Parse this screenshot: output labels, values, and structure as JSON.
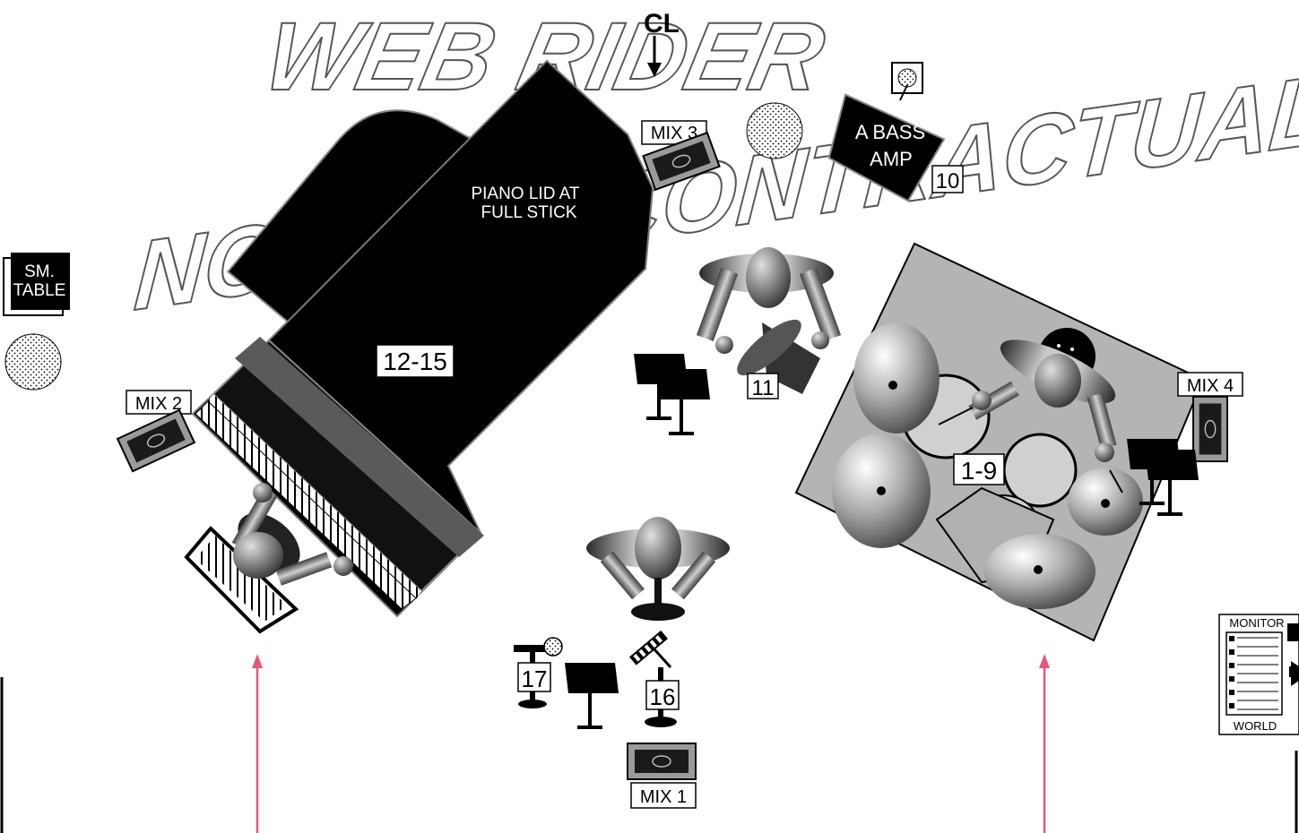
{
  "watermark": {
    "line1": "WEB RIDER",
    "line2": "NOT FOR CONTRACTUAL USE"
  },
  "centerline": {
    "label": "CL"
  },
  "piano": {
    "lid_note_line1": "PIANO LID AT",
    "lid_note_line2": "FULL STICK",
    "channels": "12-15"
  },
  "drums": {
    "channels": "1-9"
  },
  "bass_amp": {
    "label_line1": "A BASS",
    "label_line2": "AMP",
    "channel": "10"
  },
  "bass_player": {
    "channel": "11"
  },
  "vocal": {
    "channel": "16"
  },
  "aux_mic": {
    "channel": "17"
  },
  "monitors": {
    "mix1": "MIX 1",
    "mix2": "MIX 2",
    "mix3": "MIX 3",
    "mix4": "MIX 4"
  },
  "side_table": {
    "label_line1": "SM.",
    "label_line2": "TABLE"
  },
  "monitor_world": {
    "label_top": "MONITOR",
    "label_bottom": "WORLD"
  },
  "colors": {
    "arrow": "#e8557a",
    "stage_black": "#000000",
    "drum_riser": "#b4b4b4",
    "outline": "#000000"
  },
  "icons": [
    "piano-icon",
    "drum-kit-icon",
    "bass-amp-icon",
    "monitor-wedge-icon",
    "music-stand-icon",
    "microphone-icon",
    "mixing-console-icon",
    "table-icon"
  ]
}
